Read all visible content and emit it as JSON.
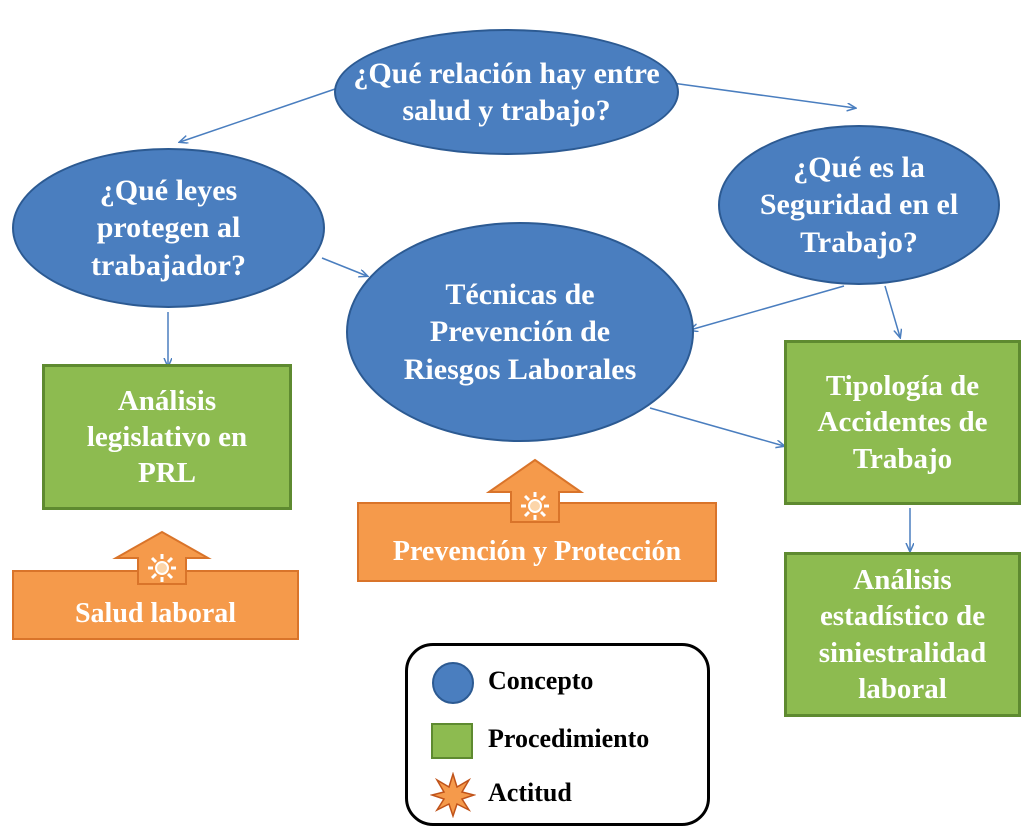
{
  "nodes": {
    "salud_trabajo": "¿Qué relación hay entre salud y trabajo?",
    "leyes": "¿Qué leyes protegen al trabajador?",
    "seguridad": "¿Qué es la Seguridad en el Trabajo?",
    "tecnicas": "Técnicas de Prevención de Riesgos Laborales",
    "analisis_legislativo": "Análisis legislativo en PRL",
    "tipologia": "Tipología de Accidentes de Trabajo",
    "analisis_estadistico": "Análisis estadístico de siniestralidad laboral"
  },
  "attitudes": {
    "salud_laboral": "Salud laboral",
    "prevencion": "Prevención y Protección"
  },
  "legend": {
    "concepto": "Concepto",
    "procedimiento": "Procedimiento",
    "actitud": "Actitud"
  },
  "colors": {
    "concept": "#4a7ebf",
    "procedure": "#8dbb50",
    "attitude": "#f59a4b",
    "connector": "#4a7ebf"
  },
  "icons": {
    "attitude": "sun-burst-icon"
  }
}
